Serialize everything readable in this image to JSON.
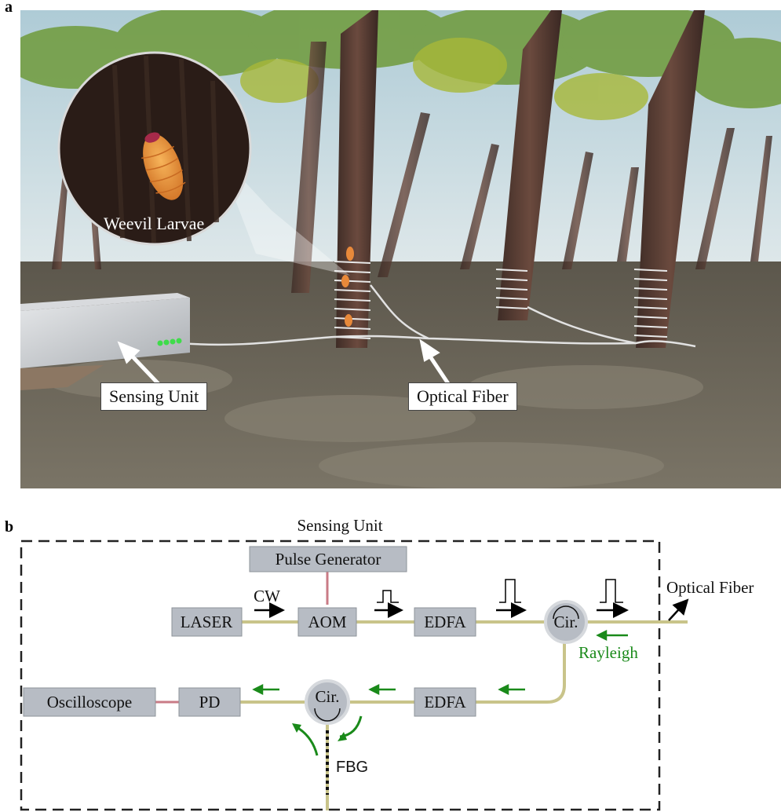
{
  "panel_a": {
    "label": "a",
    "callouts": {
      "larvae": "Weevil Larvae",
      "sensing_unit": "Sensing Unit",
      "optical_fiber": "Optical Fiber"
    }
  },
  "panel_b": {
    "label": "b",
    "title": "Sensing Unit",
    "components": {
      "pulse_generator": "Pulse Generator",
      "laser": "LASER",
      "aom": "AOM",
      "edfa_top": "EDFA",
      "circulator_top": "Cir.",
      "oscilloscope": "Oscilloscope",
      "pd": "PD",
      "circulator_bottom": "Cir.",
      "edfa_bottom": "EDFA",
      "fbg": "FBG"
    },
    "signals": {
      "cw": "CW",
      "rayleigh": "Rayleigh",
      "optical_fiber": "Optical Fiber"
    },
    "colors": {
      "fiber": "#c9c48a",
      "electrical": "#c97b86",
      "box_fill": "#b7bcc4",
      "backscatter_arrow": "#1a8a1a",
      "border": "#222222"
    }
  }
}
